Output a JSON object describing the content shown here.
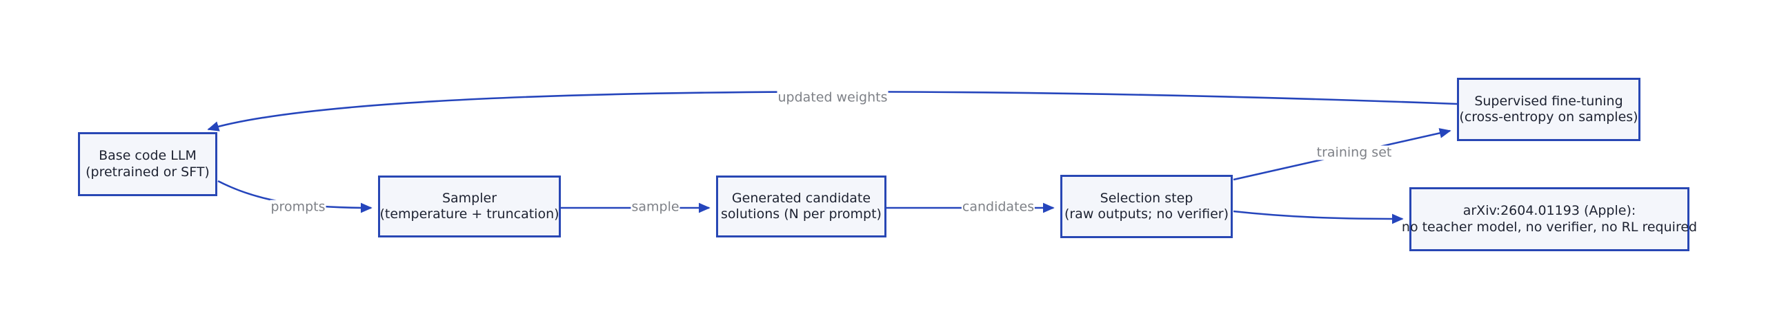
{
  "diagram_type": "flowchart",
  "colors": {
    "background": "#ffffff",
    "node_border": "#2847b4",
    "node_fill": "#f4f6fb",
    "node_text": "#1d2231",
    "edge": "#2545bc",
    "edge_label": "#7e8187"
  },
  "nodes": {
    "base_llm": {
      "line1": "Base code LLM",
      "line2": "(pretrained or SFT)"
    },
    "sampler": {
      "line1": "Sampler",
      "line2": "(temperature + truncation)"
    },
    "generated": {
      "line1": "Generated candidate",
      "line2": "solutions (N per prompt)"
    },
    "selection": {
      "line1": "Selection step",
      "line2": "(raw outputs; no verifier)"
    },
    "sft": {
      "line1": "Supervised fine-tuning",
      "line2": "(cross-entropy on samples)"
    },
    "arxiv": {
      "line1": "arXiv:2604.01193 (Apple):",
      "line2": "no teacher model, no verifier, no RL required"
    }
  },
  "edges": [
    {
      "label": "prompts",
      "from": "base_llm",
      "to": "sampler"
    },
    {
      "label": "sample",
      "from": "sampler",
      "to": "generated"
    },
    {
      "label": "candidates",
      "from": "generated",
      "to": "selection"
    },
    {
      "label": "training set",
      "from": "selection",
      "to": "sft"
    },
    {
      "label": "",
      "from": "selection",
      "to": "arxiv"
    },
    {
      "label": "updated weights",
      "from": "sft",
      "to": "base_llm"
    }
  ]
}
